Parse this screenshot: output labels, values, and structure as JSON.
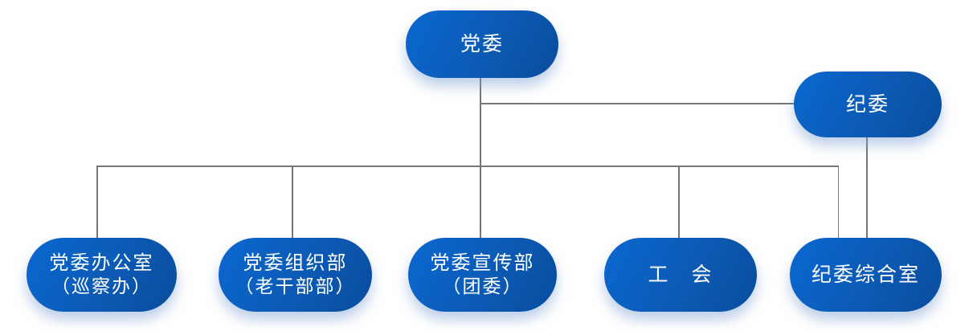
{
  "diagram": {
    "title": "party-committee-org-chart",
    "background_color": "#ffffff",
    "node_fill_start": "#0a68d1",
    "node_fill_end": "#0a4c9d",
    "node_text_color": "#ffffff",
    "connector_color": "#757575",
    "nodes": {
      "dangwei": {
        "label": "党委"
      },
      "jiwei": {
        "label": "纪委"
      },
      "office": {
        "line1": "党委办公室",
        "line2": "（巡察办）"
      },
      "organization": {
        "line1": "党委组织部",
        "line2": "（老干部部）"
      },
      "propaganda": {
        "line1": "党委宣传部",
        "line2": "（团委）"
      },
      "union": {
        "label": "工　会"
      },
      "jiwei_office": {
        "label": "纪委综合室"
      }
    },
    "edges": [
      "党委 → 纪委",
      "党委 → 党委办公室（巡察办）",
      "党委 → 党委组织部（老干部部）",
      "党委 → 党委宣传部（团委）",
      "党委 → 工会",
      "党委 → 纪委综合室",
      "纪委 → 纪委综合室"
    ]
  }
}
